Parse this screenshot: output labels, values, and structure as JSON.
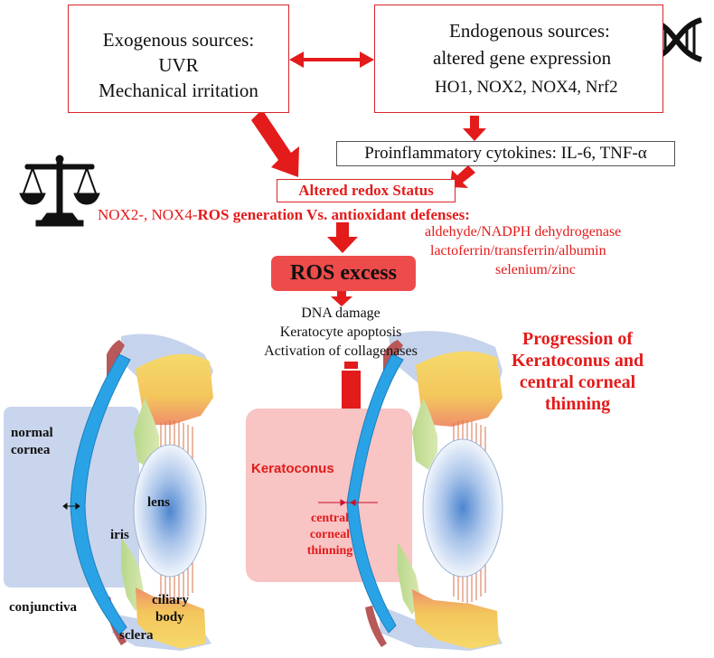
{
  "exogenous": {
    "title": "Exogenous sources:",
    "line1": "UVR",
    "line2": "Mechanical irritation"
  },
  "endogenous": {
    "title": "Endogenous sources:",
    "line1": "altered gene expression",
    "genes": "HO1, NOX2, NOX4, Nrf2",
    "icon": "dna-icon"
  },
  "cytokines": "Proinflammatory cytokines: IL-6, TNF-α",
  "redox": "Altered redox Status",
  "balance": {
    "icon": "scales-icon",
    "left_prefix": "NOX2-, NOX4-",
    "left_bold": "ROS generation Vs. antioxidant defenses:",
    "defenses": [
      "aldehyde/NADPH dehydrogenase",
      "lactoferrin/transferrin/albumin",
      "selenium/zinc"
    ]
  },
  "ros_excess": "ROS excess",
  "effects": [
    "DNA damage",
    "Keratocyte apoptosis",
    "Activation of collagenases"
  ],
  "progression": [
    "Progression of",
    "Keratoconus and",
    "central corneal",
    "thinning"
  ],
  "normal_eye": {
    "cornea": [
      "normal",
      "cornea"
    ],
    "lens": "lens",
    "iris": "iris",
    "conjunctiva": "conjunctiva",
    "ciliary": [
      "ciliary",
      "body"
    ],
    "sclera": "sclera"
  },
  "kc_eye": {
    "keratoconus": "Keratoconus",
    "thinning": [
      "central",
      "corneal",
      "thinning"
    ]
  },
  "colors": {
    "accent_red": "#e31b1b",
    "cornea_blue": "#2aa3e6",
    "normal_panel": "#c9d5ec",
    "kc_panel": "#f8c4c4",
    "ros_box": "#ee4b4b"
  }
}
